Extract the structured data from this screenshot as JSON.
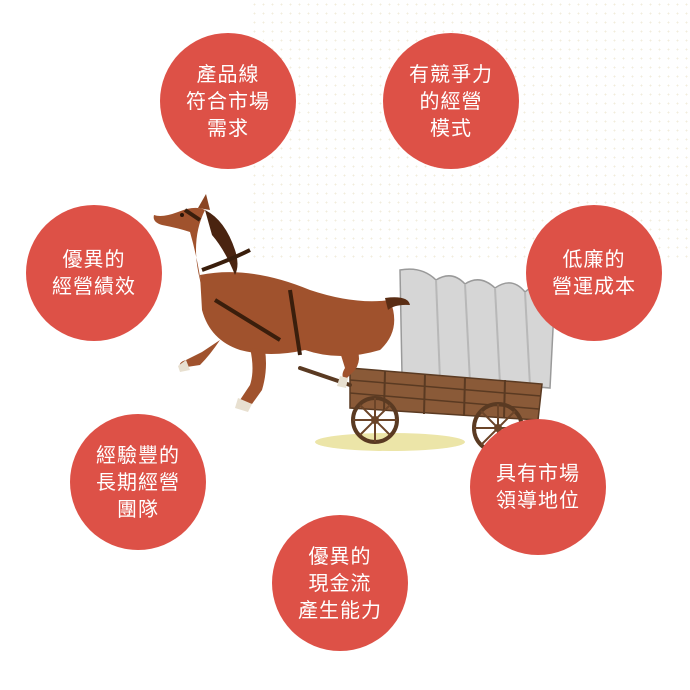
{
  "diagram": {
    "nodes": [
      {
        "id": "product-market-fit",
        "text": "產品線\n符合市場\n需求"
      },
      {
        "id": "competitive-model",
        "text": "有競爭力\n的經營\n模式"
      },
      {
        "id": "performance",
        "text": "優異的\n經營績效"
      },
      {
        "id": "low-cost",
        "text": "低廉的\n營運成本"
      },
      {
        "id": "experienced-team",
        "text": "經驗豐的\n長期經營\n團隊"
      },
      {
        "id": "market-leader",
        "text": "具有市場\n領導地位"
      },
      {
        "id": "cash-flow",
        "text": "優異的\n現金流\n產生能力"
      }
    ],
    "center_image": "horse-drawn-covered-wagon",
    "colors": {
      "circle": "#dd5147",
      "text": "#ffffff",
      "horse": "#a0522d",
      "wagon": "#7a4a2e",
      "cover": "#d8d8d8",
      "ground": "#ece5a8"
    }
  }
}
